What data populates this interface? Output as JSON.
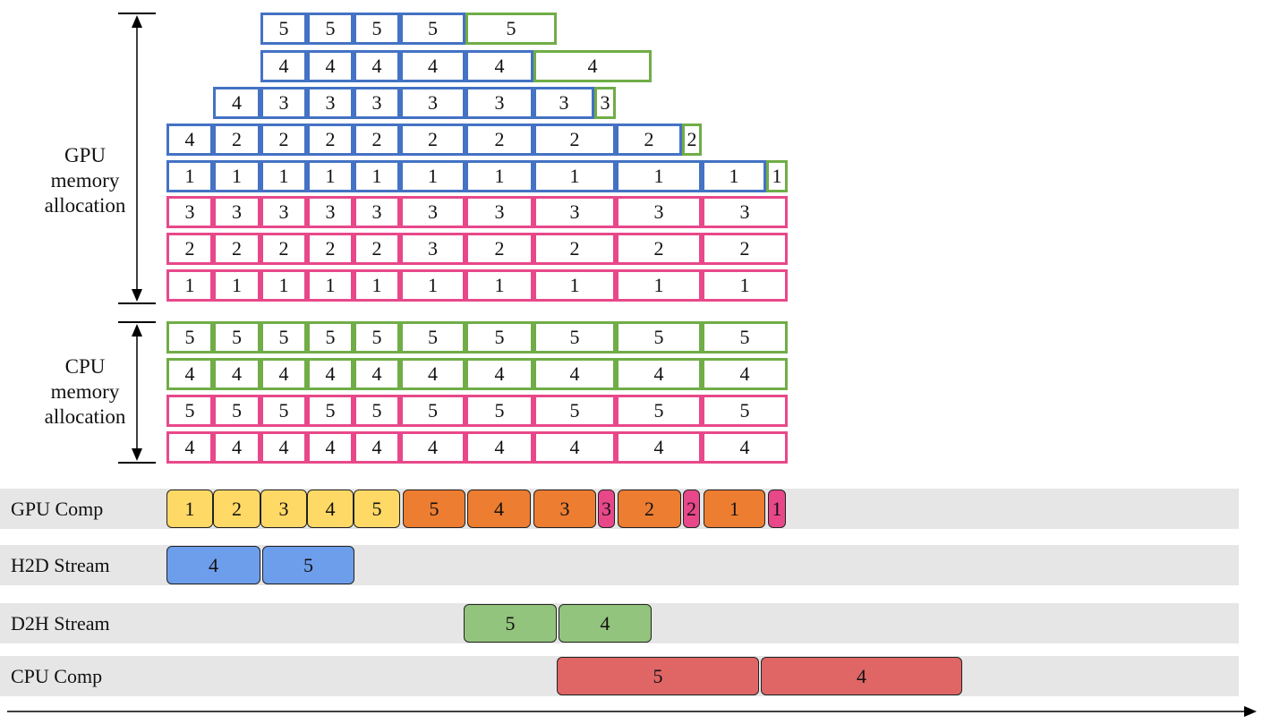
{
  "labels": {
    "gpu_alloc": [
      "GPU",
      "memory",
      "allocation"
    ],
    "cpu_alloc": [
      "CPU",
      "memory",
      "allocation"
    ]
  },
  "colors": {
    "blue": "#4472c4",
    "green": "#70ad47",
    "pink": "#e8488a",
    "yellow": "#ffd966",
    "orange": "#ed7d31",
    "h2d": "#6d9eeb",
    "d2h": "#93c47d",
    "cpu": "#e06666",
    "lane": "#e6e6e6"
  },
  "gpu_memory_rows": [
    [
      "5 blue",
      "5 blue",
      "5 blue",
      "5 blue",
      "5 green"
    ],
    [
      "4 blue",
      "4 blue",
      "4 blue",
      "4 blue",
      "4 blue",
      "4 green"
    ],
    [
      "4 blue",
      "3 blue",
      "3 blue",
      "3 blue",
      "3 blue",
      "3 blue",
      "3 blue",
      "3 green"
    ],
    [
      "4 blue",
      "2 blue",
      "2 blue",
      "2 blue",
      "2 blue",
      "2 blue",
      "2 blue",
      "2 blue",
      "2 blue",
      "2 green"
    ],
    [
      "1 blue",
      "1 blue",
      "1 blue",
      "1 blue",
      "1 blue",
      "1 blue",
      "1 blue",
      "1 blue",
      "1 blue",
      "1 blue",
      "1 green"
    ],
    [
      "3 pink",
      "3 pink",
      "3 pink",
      "3 pink",
      "3 pink",
      "3 pink",
      "3 pink",
      "3 pink",
      "3 pink",
      "3 pink"
    ],
    [
      "2 pink",
      "2 pink",
      "2 pink",
      "2 pink",
      "2 pink",
      "3 pink",
      "2 pink",
      "2 pink",
      "2 pink",
      "2 pink"
    ],
    [
      "1 pink",
      "1 pink",
      "1 pink",
      "1 pink",
      "1 pink",
      "1 pink",
      "1 pink",
      "1 pink",
      "1 pink",
      "1 pink"
    ]
  ],
  "cpu_memory_rows": [
    [
      "5 green",
      "5 green",
      "5 green",
      "5 green",
      "5 green",
      "5 green",
      "5 green",
      "5 green",
      "5 green",
      "5 green"
    ],
    [
      "4 green",
      "4 green",
      "4 green",
      "4 green",
      "4 green",
      "4 green",
      "4 green",
      "4 green",
      "4 green",
      "4 green"
    ],
    [
      "5 pink",
      "5 pink",
      "5 pink",
      "5 pink",
      "5 pink",
      "5 pink",
      "5 pink",
      "5 pink",
      "5 pink",
      "5 pink"
    ],
    [
      "4 pink",
      "4 pink",
      "4 pink",
      "4 pink",
      "4 pink",
      "4 pink",
      "4 pink",
      "4 pink",
      "4 pink",
      "4 pink"
    ]
  ],
  "lanes": [
    {
      "label": "GPU Comp",
      "blocks": [
        {
          "text": "1",
          "color": "yellow"
        },
        {
          "text": "2",
          "color": "yellow"
        },
        {
          "text": "3",
          "color": "yellow"
        },
        {
          "text": "4",
          "color": "yellow"
        },
        {
          "text": "5",
          "color": "yellow"
        },
        {
          "text": "5",
          "color": "orange"
        },
        {
          "text": "4",
          "color": "orange"
        },
        {
          "text": "3",
          "color": "orange"
        },
        {
          "text": "3",
          "color": "pink"
        },
        {
          "text": "2",
          "color": "orange"
        },
        {
          "text": "2",
          "color": "pink"
        },
        {
          "text": "1",
          "color": "orange"
        },
        {
          "text": "1",
          "color": "pink"
        }
      ]
    },
    {
      "label": "H2D Stream",
      "blocks": [
        {
          "text": "4",
          "color": "h2d"
        },
        {
          "text": "5",
          "color": "h2d"
        }
      ]
    },
    {
      "label": "D2H Stream",
      "blocks": [
        {
          "text": "5",
          "color": "d2h"
        },
        {
          "text": "4",
          "color": "d2h"
        }
      ]
    },
    {
      "label": "CPU Comp",
      "blocks": [
        {
          "text": "5",
          "color": "cpu"
        },
        {
          "text": "4",
          "color": "cpu"
        }
      ]
    }
  ]
}
